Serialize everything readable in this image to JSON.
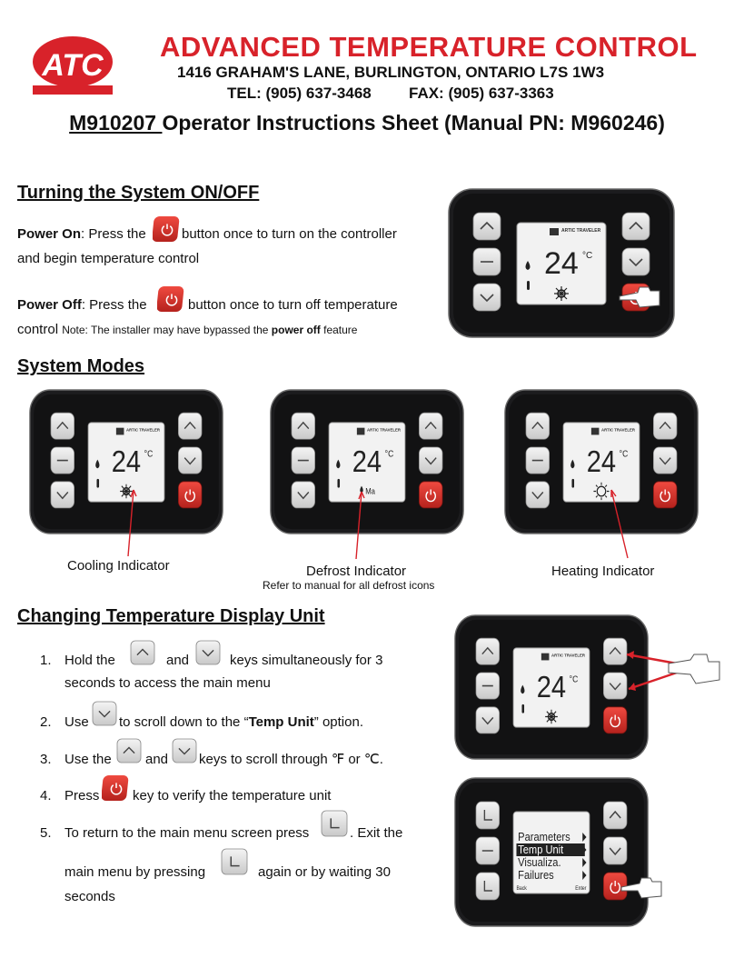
{
  "header": {
    "logo_text": "ATC",
    "company": "ADVANCED TEMPERATURE CONTROL",
    "address": "1416 GRAHAM'S LANE, BURLINGTON, ONTARIO L7S 1W3",
    "tel": "TEL: (905) 637-3468",
    "fax": "FAX: (905) 637-3363"
  },
  "title": {
    "model": "M910207 ",
    "rest": "Operator Instructions Sheet (Manual PN: M960246)"
  },
  "section1": {
    "heading": "Turning the System ON/OFF",
    "power_on_label": "Power On",
    "power_on_a": ": Press the",
    "power_on_b": "button once to turn on the controller",
    "power_on_c": "and begin temperature control",
    "power_off_label": "Power Off",
    "power_off_a": ": Press the",
    "power_off_b": "button once to turn off temperature",
    "power_off_c": "control",
    "note_a": "Note: The installer may have bypassed the ",
    "note_bold": "power off",
    "note_b": " feature"
  },
  "section2": {
    "heading": "System Modes",
    "cooling": "Cooling Indicator",
    "defrost": "Defrost Indicator",
    "defrost_note": "Refer to manual for all defrost icons",
    "heating": "Heating Indicator"
  },
  "section3": {
    "heading": "Changing Temperature Display Unit",
    "steps": [
      {
        "num": "1.",
        "a": "Hold  the",
        "b": "and",
        "c": "keys  simultaneously  for  3",
        "d": "seconds to access the main menu"
      },
      {
        "num": "2.",
        "a": "Use",
        "b": "to scroll down to the “",
        "bold": "Temp Unit",
        "c": "” option."
      },
      {
        "num": "3.",
        "a": "Use the",
        "b": "and",
        "c": "keys to scroll through ℉ or ℃."
      },
      {
        "num": "4.",
        "a": "Press",
        "b": "key to verify the temperature unit"
      },
      {
        "num": "5.",
        "a": "To return to the main menu screen press",
        "b": ". Exit the",
        "c": "main  menu  by  pressing",
        "d": "again  or  by  waiting  30",
        "e": "seconds"
      }
    ]
  },
  "display": {
    "brand": "ARTIC TRAVELER",
    "temp": "24",
    "unit": "°C",
    "defrost_label": "Ma",
    "menu": [
      "Parameters",
      "Temp Unit",
      "Visualiza.",
      "Failures"
    ],
    "back": "Back",
    "enter": "Enter"
  },
  "colors": {
    "brand_red": "#d8222a",
    "power_button": "#d9302c",
    "controller_body": "#1c1c1e"
  }
}
